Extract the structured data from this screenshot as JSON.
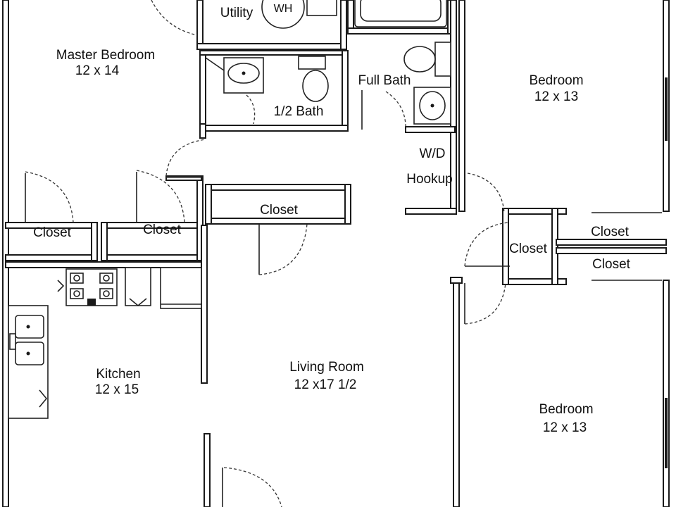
{
  "rooms": {
    "utility": {
      "name": "Utility",
      "fixture": "WH"
    },
    "master_bedroom": {
      "name": "Master Bedroom",
      "size": "12 x 14"
    },
    "half_bath": {
      "name": "1/2  Bath"
    },
    "full_bath": {
      "name": "Full Bath"
    },
    "bedroom_top": {
      "name": "Bedroom",
      "size": "12 x 13"
    },
    "wd_hookup": {
      "line1": "W/D",
      "line2": "Hookup"
    },
    "closet_1": {
      "name": "Closet"
    },
    "closet_2": {
      "name": "Closet"
    },
    "closet_hall": {
      "name": "Closet"
    },
    "closet_mid": {
      "name": "Closet"
    },
    "closet_right_top": {
      "name": "Closet"
    },
    "closet_right_bottom": {
      "name": "Closet"
    },
    "kitchen": {
      "name": "Kitchen",
      "size": "12 x 15"
    },
    "living_room": {
      "name": "Living Room",
      "size": "12 x17 1/2"
    },
    "bedroom_bottom": {
      "name": "Bedroom",
      "size": "12 x 13"
    }
  }
}
